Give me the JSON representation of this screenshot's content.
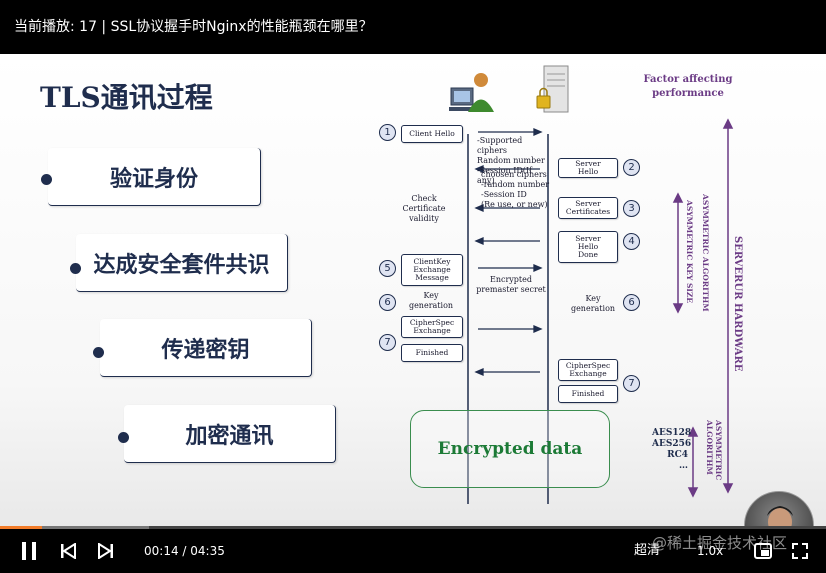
{
  "header": {
    "title": "当前播放: 17 | SSL协议握手时Nginx的性能瓶颈在哪里？"
  },
  "slide": {
    "title": "TLS通讯过程",
    "steps": [
      "验证身份",
      "达成安全套件共识",
      "传递密钥",
      "加密通讯"
    ],
    "diagram": {
      "client_msgs": [
        {
          "num": "1",
          "label": "Client Hello"
        },
        {
          "num": "5",
          "label": "ClientKey\nExchange\nMessage"
        },
        {
          "num": "7",
          "label": "CipherSpec\nExchange"
        },
        {
          "label": "Finished"
        }
      ],
      "server_msgs": [
        {
          "num": "2",
          "label": "Server\nHello"
        },
        {
          "num": "3",
          "label": "Server\nCertificates"
        },
        {
          "num": "4",
          "label": "Server\nHello\nDone"
        },
        {
          "num": "7",
          "label": "CipherSpec\nExchange"
        },
        {
          "label": "Finished"
        }
      ],
      "client_hello_params": "-Supported ciphers\n Random number\n-Session ID(If any)",
      "server_hello_params": "choosen ciphers\n-random number\n-Session ID\n(Re use, or new)",
      "check_cert": "Check\nCertificate\nvalidity",
      "encrypted_premaster": "Encrypted\npremaster secret",
      "client_keygen": {
        "num": "6",
        "label": "Key\ngeneration"
      },
      "server_keygen": {
        "num": "6",
        "label": "Key\ngeneration"
      },
      "encrypted_data": "Encrypted data"
    },
    "factors": {
      "title": "Factor affecting\nperformance",
      "server_hardware": "SERVERUR HARDWARE",
      "asymmetric_algorithm": "ASYMMETRIC ALGORITHM",
      "asymmetric_key_size": "ASYMMETRIC KEY SIZE",
      "symmetric_algorithm": "ASYMMETRIC\nALGORITHM",
      "ciphers": [
        "AES128",
        "AES256",
        "RC4",
        "…"
      ]
    }
  },
  "player": {
    "current_time": "00:14",
    "duration": "04:35",
    "time_separator": " / ",
    "progress": 0.051,
    "buffered": 0.18,
    "quality": "超清",
    "speed": "1.0x",
    "watermark": "@稀土掘金技术社区",
    "colors": {
      "progress": "#f27c2a",
      "accent_navy": "#1f2d4d",
      "factor_purple": "#6b3b85",
      "encrypted_green": "#1c7a36"
    }
  }
}
